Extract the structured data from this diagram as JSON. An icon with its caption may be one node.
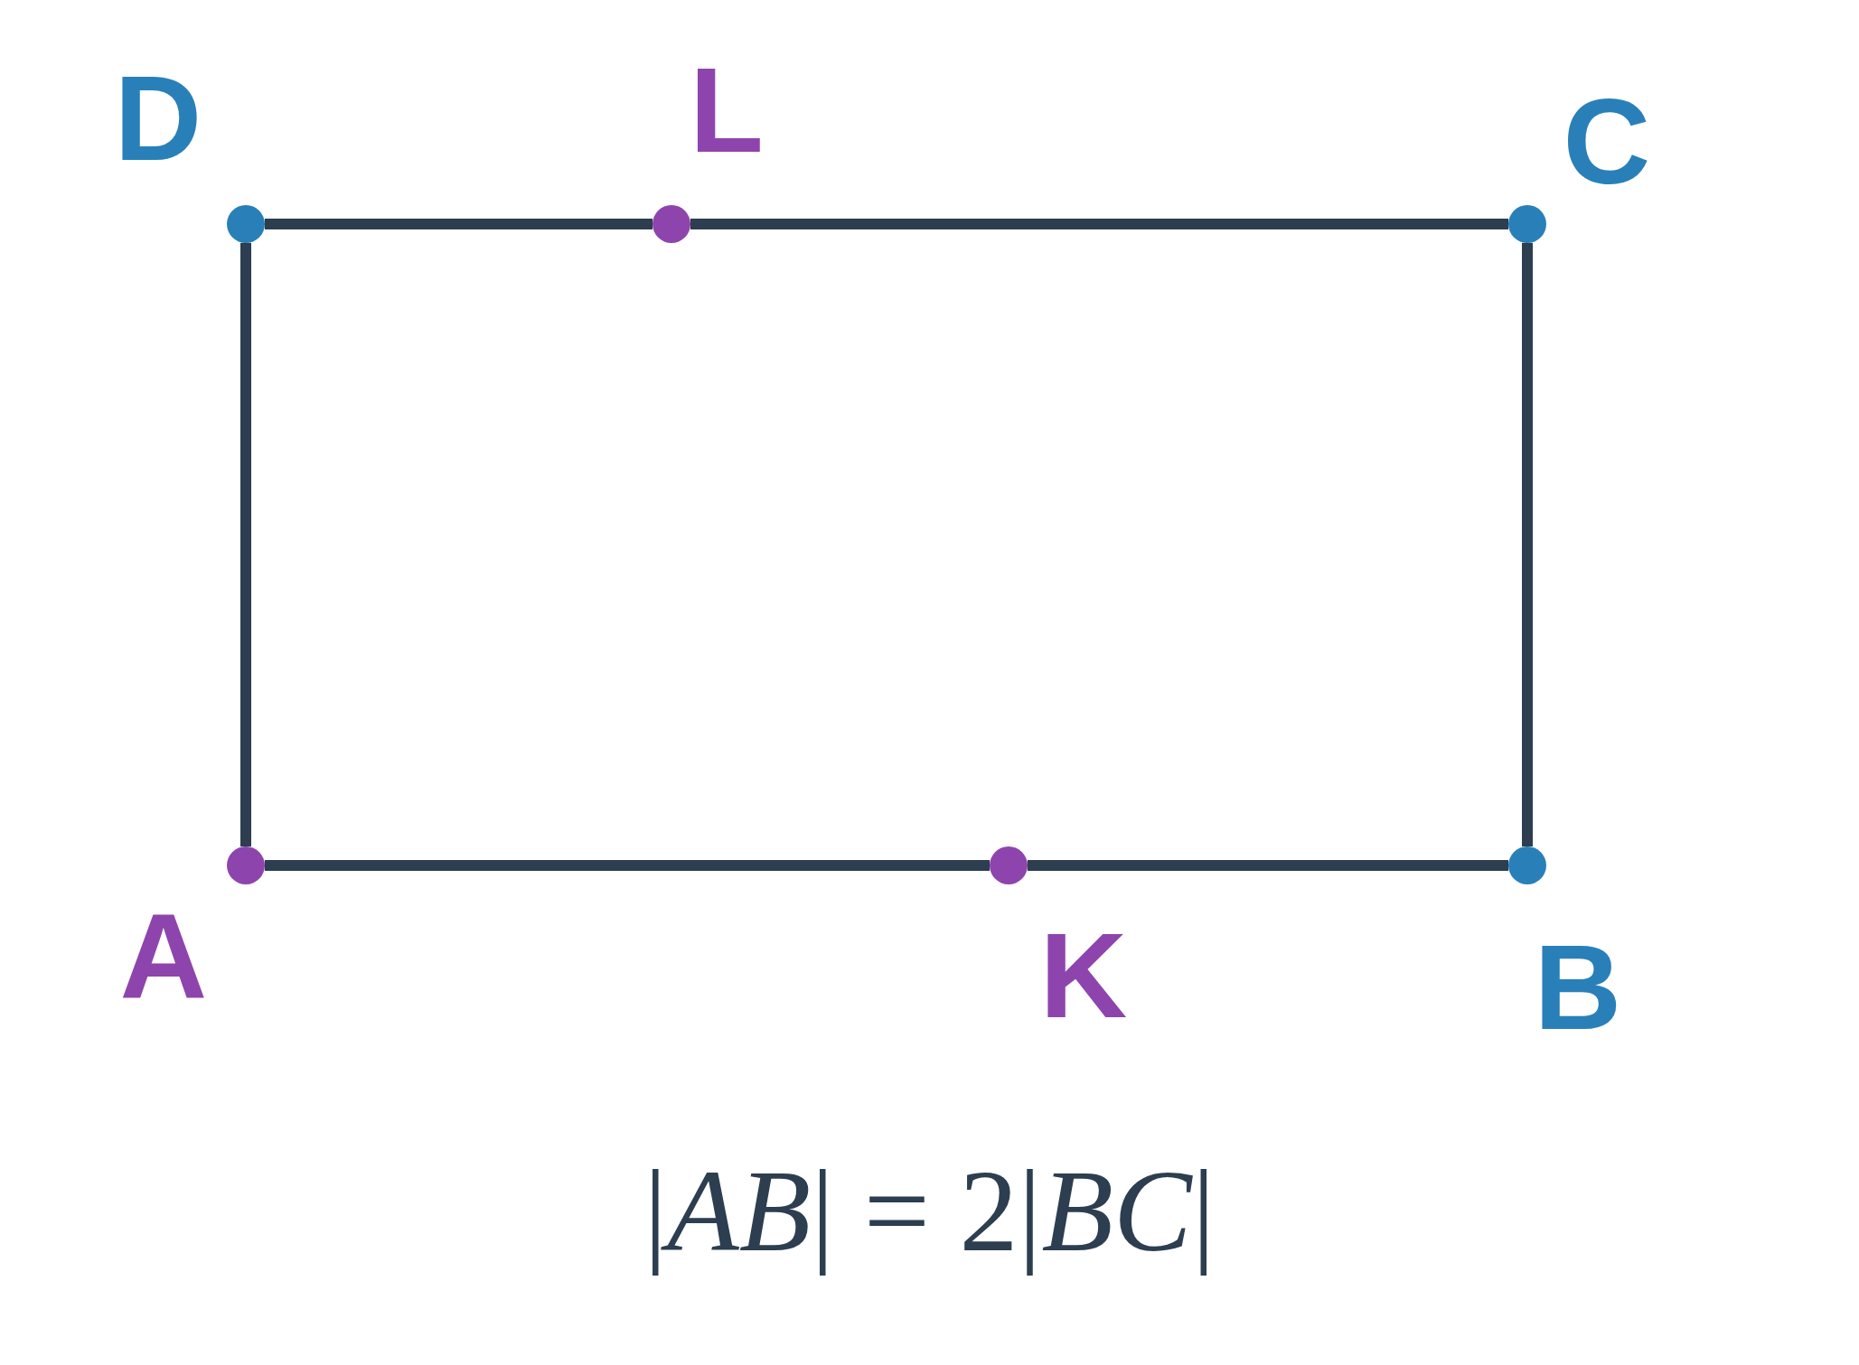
{
  "diagram": {
    "nodes": [
      {
        "text": [
          "D"
        ]
      },
      {
        "text": [
          "L"
        ]
      },
      {
        "text": [
          "C"
        ]
      },
      {
        "text": [
          "A"
        ]
      },
      {
        "text": [
          "K"
        ]
      },
      {
        "text": [
          "B"
        ]
      }
    ],
    "edges": [
      {
        "from": 0,
        "to": 1,
        "arrow": "none"
      },
      {
        "from": 1,
        "to": 2,
        "arrow": "none"
      },
      {
        "from": 2,
        "to": 5,
        "arrow": "none"
      },
      {
        "from": 5,
        "to": 4,
        "arrow": "none"
      },
      {
        "from": 4,
        "to": 3,
        "arrow": "none"
      },
      {
        "from": 3,
        "to": 0,
        "arrow": "none"
      }
    ],
    "labels": [
      "|*AB*| = 2|*BC*|"
    ]
  }
}
